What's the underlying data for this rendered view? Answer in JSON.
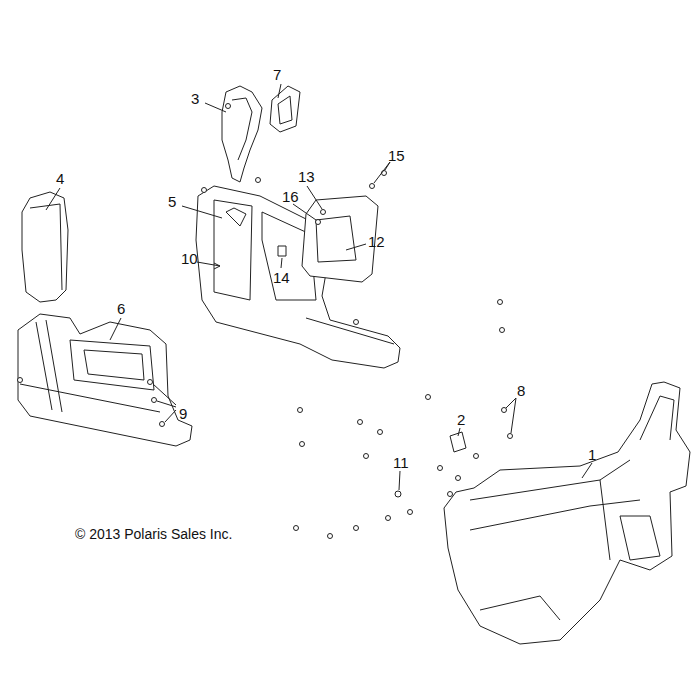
{
  "diagram": {
    "labels": [
      "7",
      "3",
      "15",
      "4",
      "13",
      "16",
      "5",
      "12",
      "10",
      "14",
      "6",
      "8",
      "9",
      "2",
      "11",
      "1",
      "© 2013 Polaris Sales Inc."
    ]
  }
}
